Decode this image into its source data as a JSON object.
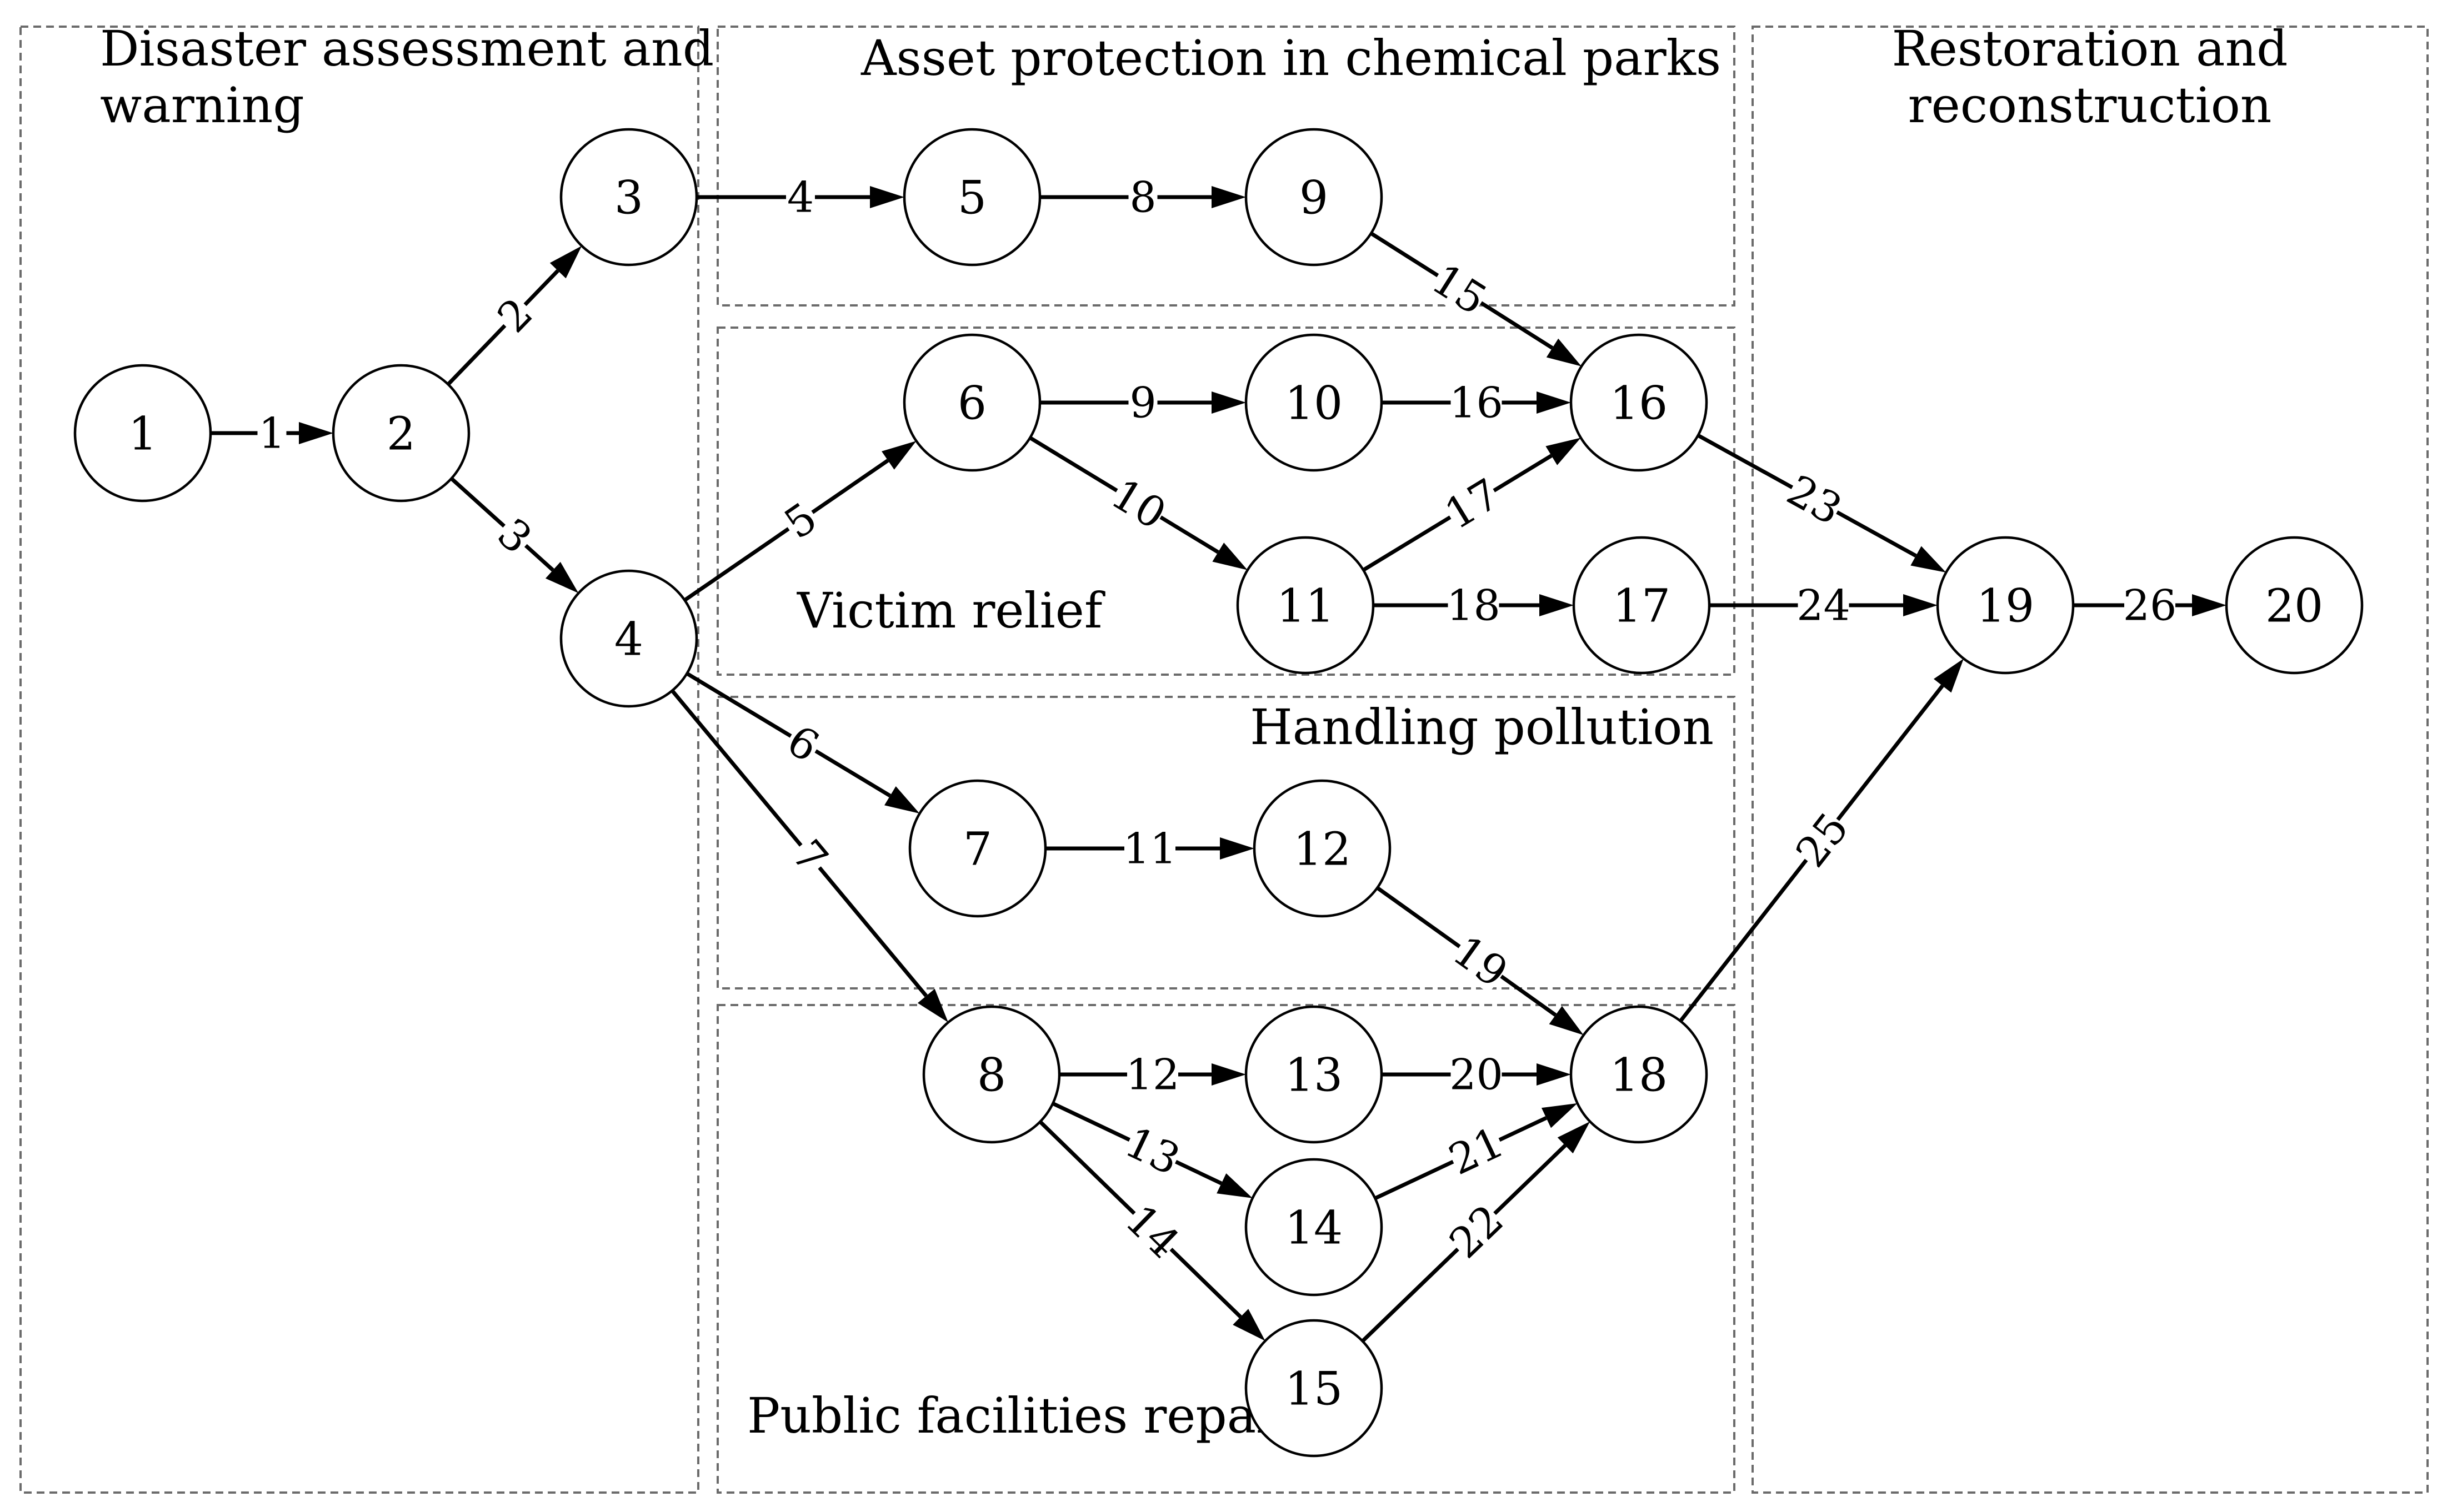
{
  "diagram": {
    "regions": [
      {
        "id": "disaster",
        "lines": [
          "Disaster assessment and",
          "warning"
        ]
      },
      {
        "id": "asset",
        "lines": [
          "Asset protection in chemical parks"
        ]
      },
      {
        "id": "victim",
        "lines": [
          "Victim relief"
        ]
      },
      {
        "id": "pollution",
        "lines": [
          "Handling pollution"
        ]
      },
      {
        "id": "public",
        "lines": [
          "Public facilities repair"
        ]
      },
      {
        "id": "restoration",
        "lines": [
          "Restoration and",
          "reconstruction"
        ]
      }
    ],
    "nodes": [
      "1",
      "2",
      "3",
      "4",
      "5",
      "6",
      "7",
      "8",
      "9",
      "10",
      "11",
      "12",
      "13",
      "14",
      "15",
      "16",
      "17",
      "18",
      "19",
      "20"
    ],
    "edges": [
      {
        "label": "1",
        "from": "1",
        "to": "2"
      },
      {
        "label": "2",
        "from": "2",
        "to": "3"
      },
      {
        "label": "3",
        "from": "2",
        "to": "4"
      },
      {
        "label": "4",
        "from": "3",
        "to": "5"
      },
      {
        "label": "5",
        "from": "4",
        "to": "6"
      },
      {
        "label": "6",
        "from": "4",
        "to": "7"
      },
      {
        "label": "7",
        "from": "4",
        "to": "8"
      },
      {
        "label": "8",
        "from": "5",
        "to": "9"
      },
      {
        "label": "9",
        "from": "6",
        "to": "10"
      },
      {
        "label": "10",
        "from": "6",
        "to": "11"
      },
      {
        "label": "11",
        "from": "7",
        "to": "12"
      },
      {
        "label": "12",
        "from": "8",
        "to": "13"
      },
      {
        "label": "13",
        "from": "8",
        "to": "14"
      },
      {
        "label": "14",
        "from": "8",
        "to": "15"
      },
      {
        "label": "15",
        "from": "9",
        "to": "16"
      },
      {
        "label": "16",
        "from": "10",
        "to": "16"
      },
      {
        "label": "17",
        "from": "11",
        "to": "16"
      },
      {
        "label": "18",
        "from": "11",
        "to": "17"
      },
      {
        "label": "19",
        "from": "12",
        "to": "18"
      },
      {
        "label": "20",
        "from": "13",
        "to": "18"
      },
      {
        "label": "21",
        "from": "14",
        "to": "18"
      },
      {
        "label": "22",
        "from": "15",
        "to": "18"
      },
      {
        "label": "23",
        "from": "16",
        "to": "19"
      },
      {
        "label": "24",
        "from": "17",
        "to": "19"
      },
      {
        "label": "25",
        "from": "18",
        "to": "19"
      },
      {
        "label": "26",
        "from": "19",
        "to": "20"
      }
    ]
  }
}
